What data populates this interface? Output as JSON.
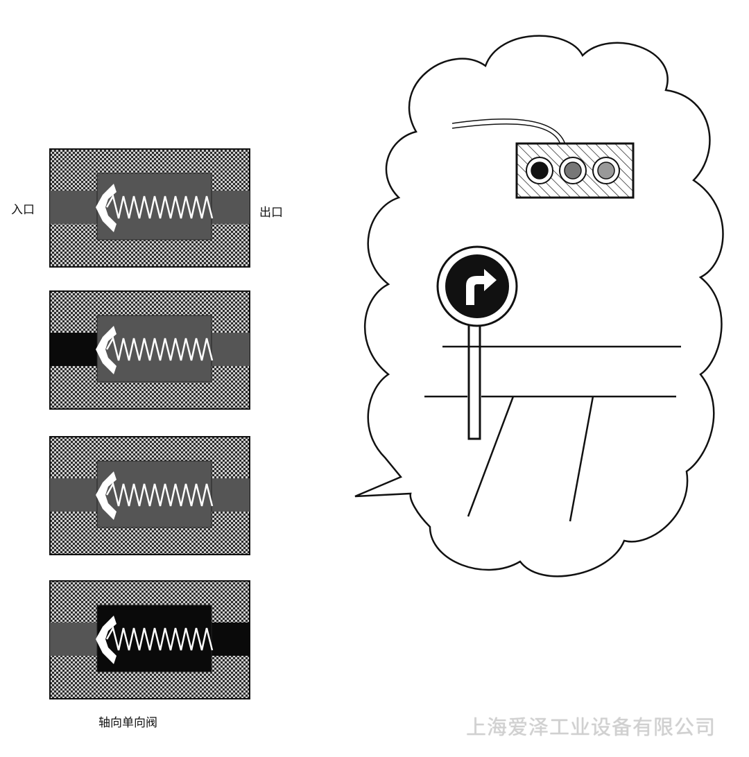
{
  "labels": {
    "inlet": "入口",
    "outlet": "出口",
    "caption": "轴向单向阀"
  },
  "watermark": "上海爱泽工业设备有限公司",
  "colors": {
    "body_dark": "#2b2b2b",
    "body_light": "#cfcfcf",
    "fluid_gray": "#555555",
    "fluid_black": "#0a0a0a"
  },
  "valves": [
    {
      "inlet": "#555555",
      "chamber": "#555555",
      "outlet": "#555555"
    },
    {
      "inlet": "#0a0a0a",
      "chamber": "#555555",
      "outlet": "#555555"
    },
    {
      "inlet": "#555555",
      "chamber": "#555555",
      "outlet": "#555555"
    },
    {
      "inlet": "#555555",
      "chamber": "#0a0a0a",
      "outlet": "#0a0a0a"
    }
  ],
  "traffic_light": [
    "#111111",
    "#777777",
    "#999999"
  ]
}
